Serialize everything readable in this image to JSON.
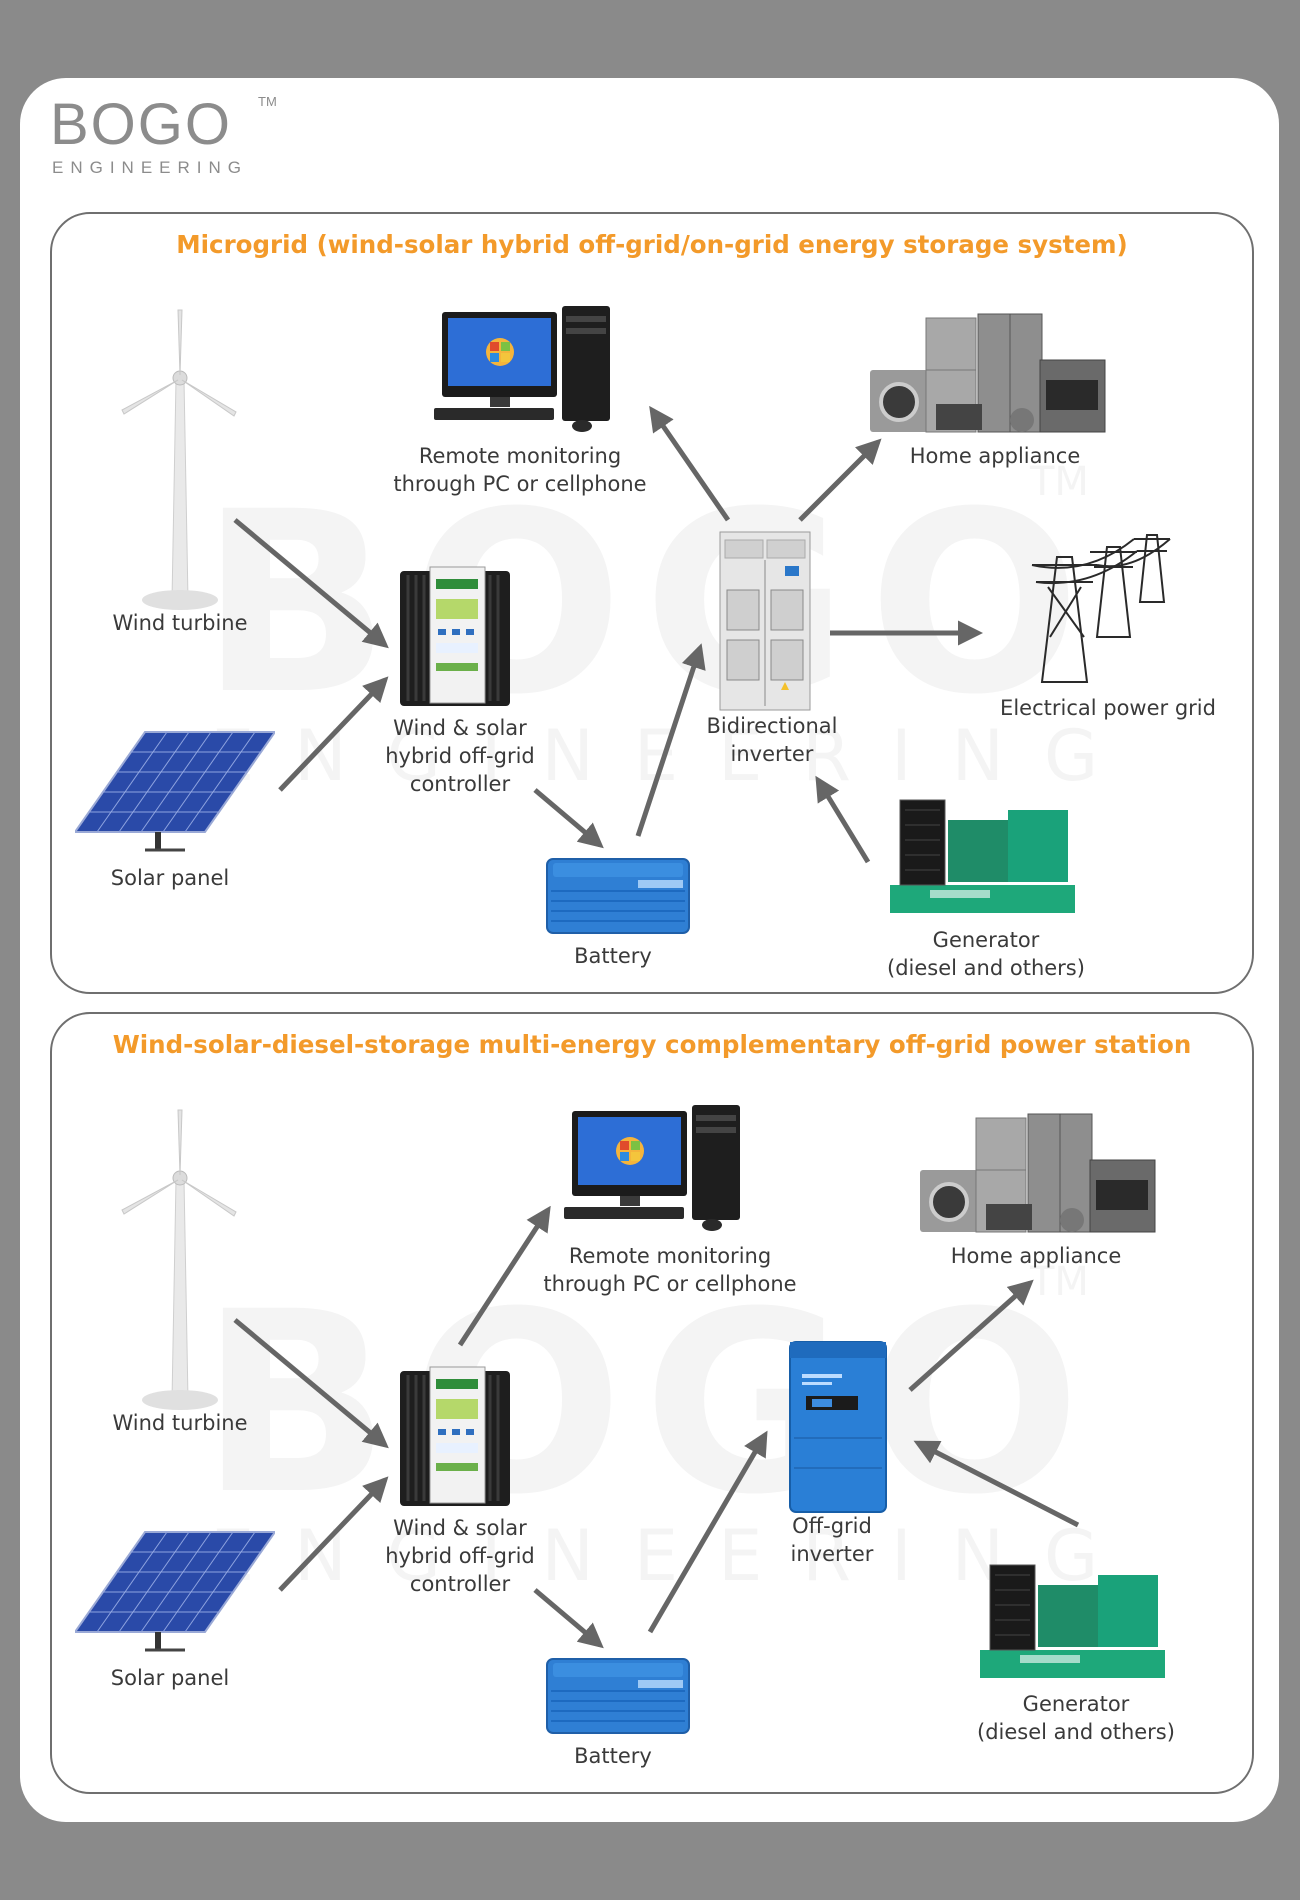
{
  "logo": {
    "name": "BOGO",
    "trademark": "TM",
    "subtitle": "ENGINEERING"
  },
  "watermark": {
    "main": "BOGO",
    "sub": "ENGINEERING",
    "trademark": "TM"
  },
  "panel1": {
    "title": "Microgrid (wind-solar hybrid off-grid/on-grid energy storage system)",
    "wind_turbine": "Wind turbine",
    "solar_panel": "Solar panel",
    "controller": [
      "Wind & solar",
      "hybrid off-grid",
      "controller"
    ],
    "battery": "Battery",
    "monitoring": [
      "Remote monitoring",
      "through PC or cellphone"
    ],
    "inverter": [
      "Bidirectional",
      "inverter"
    ],
    "home": "Home appliance",
    "grid": "Electrical power grid",
    "generator": [
      "Generator",
      "(diesel and others)"
    ]
  },
  "panel2": {
    "title": "Wind-solar-diesel-storage multi-energy complementary off-grid power station",
    "wind_turbine": "Wind turbine",
    "solar_panel": "Solar panel",
    "controller": [
      "Wind & solar",
      "hybrid off-grid",
      "controller"
    ],
    "battery": "Battery",
    "monitoring": [
      "Remote monitoring",
      "through PC or cellphone"
    ],
    "inverter": [
      "Off-grid",
      "inverter"
    ],
    "home": "Home appliance",
    "generator": [
      "Generator",
      "(diesel and others)"
    ]
  },
  "colors": {
    "title": "#f39a2a",
    "arrow": "#666666",
    "border": "#6f6f6f"
  }
}
